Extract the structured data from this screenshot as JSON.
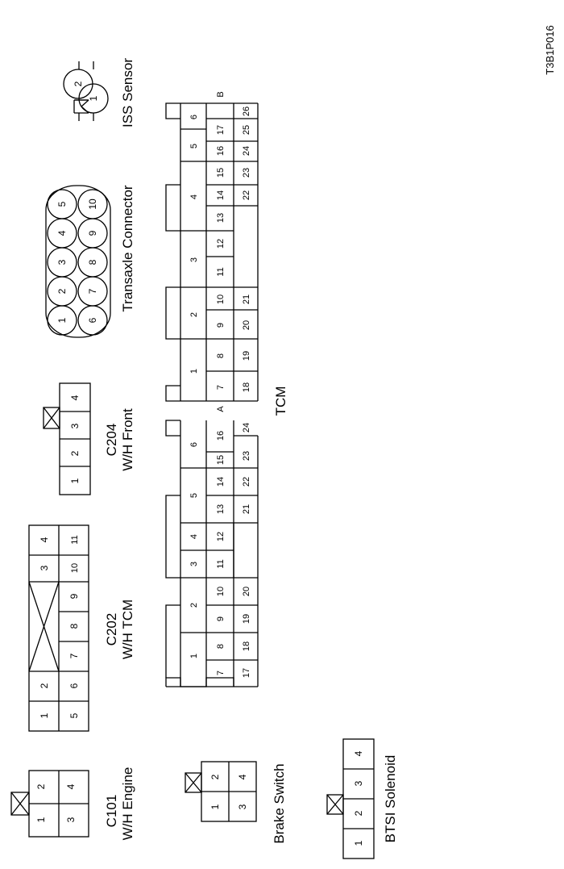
{
  "figure_code": "T3B1P016",
  "labels": {
    "c101_name": "C101",
    "c101_desc": "W/H Engine",
    "brake_switch": "Brake Switch",
    "btsi": "BTSI Solenoid",
    "c202_name": "C202",
    "c202_desc": "W/H TCM",
    "c204_name": "C204",
    "c204_desc": "W/H Front",
    "tcm": "TCM",
    "transaxle": "Transaxle Connector",
    "iss": "ISS Sensor",
    "tcm_a": "A",
    "tcm_b": "B"
  },
  "c101_pins": [
    "1",
    "2",
    "3",
    "4"
  ],
  "brake_pins": [
    "1",
    "2",
    "3",
    "4"
  ],
  "btsi_pins": [
    "1",
    "2",
    "3",
    "4"
  ],
  "c202_top": [
    "1",
    "2",
    "",
    "3",
    "4"
  ],
  "c202_bottom": [
    "5",
    "6",
    "7",
    "8",
    "9",
    "10",
    "11"
  ],
  "c204_pins": [
    "1",
    "2",
    "3",
    "4"
  ],
  "tcm_a_groups": [
    "1",
    "2",
    "3",
    "4",
    "5",
    "6"
  ],
  "tcm_a_row1": [
    "7",
    "8",
    "9",
    "10",
    "11",
    "12",
    "13",
    "14",
    "15",
    "16"
  ],
  "tcm_a_row2": [
    "17",
    "18",
    "19",
    "20",
    "21",
    "22",
    "23",
    "24"
  ],
  "tcm_b_groups": [
    "1",
    "2",
    "3",
    "4",
    "5",
    "6"
  ],
  "tcm_b_row1": [
    "7",
    "8",
    "9",
    "10",
    "11",
    "12",
    "13",
    "14",
    "15",
    "16",
    "17"
  ],
  "tcm_b_row2": [
    "18",
    "19",
    "20",
    "21",
    "22",
    "23",
    "24",
    "25",
    "26"
  ],
  "transaxle_pins": [
    "1",
    "2",
    "3",
    "4",
    "5",
    "6",
    "7",
    "8",
    "9",
    "10"
  ],
  "iss_pins": [
    "1",
    "2"
  ]
}
